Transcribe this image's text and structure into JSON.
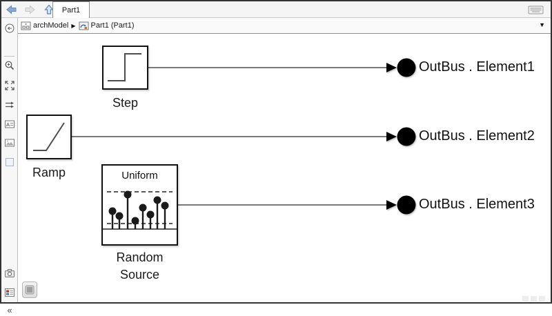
{
  "window": {
    "tab_label": "Part1",
    "breadcrumb": {
      "model_name": "archModel",
      "separator": "▶",
      "current": "Part1 (Part1)"
    }
  },
  "icons": {
    "caret": "▼",
    "collapse": "«"
  },
  "canvas": {
    "blocks": {
      "step": {
        "label": "Step"
      },
      "ramp": {
        "label": "Ramp"
      },
      "random_source": {
        "label": "Random Source",
        "distribution": "Uniform"
      }
    },
    "ports": {
      "p1": {
        "label": "OutBus . Element1"
      },
      "p2": {
        "label": "OutBus . Element2"
      },
      "p3": {
        "label": "OutBus . Element3"
      }
    }
  },
  "colors": {
    "wire": "#4d4d4d",
    "block_border": "#111111",
    "accent_blue": "#5b83b8",
    "bar_bg": "#f5f5f5"
  }
}
